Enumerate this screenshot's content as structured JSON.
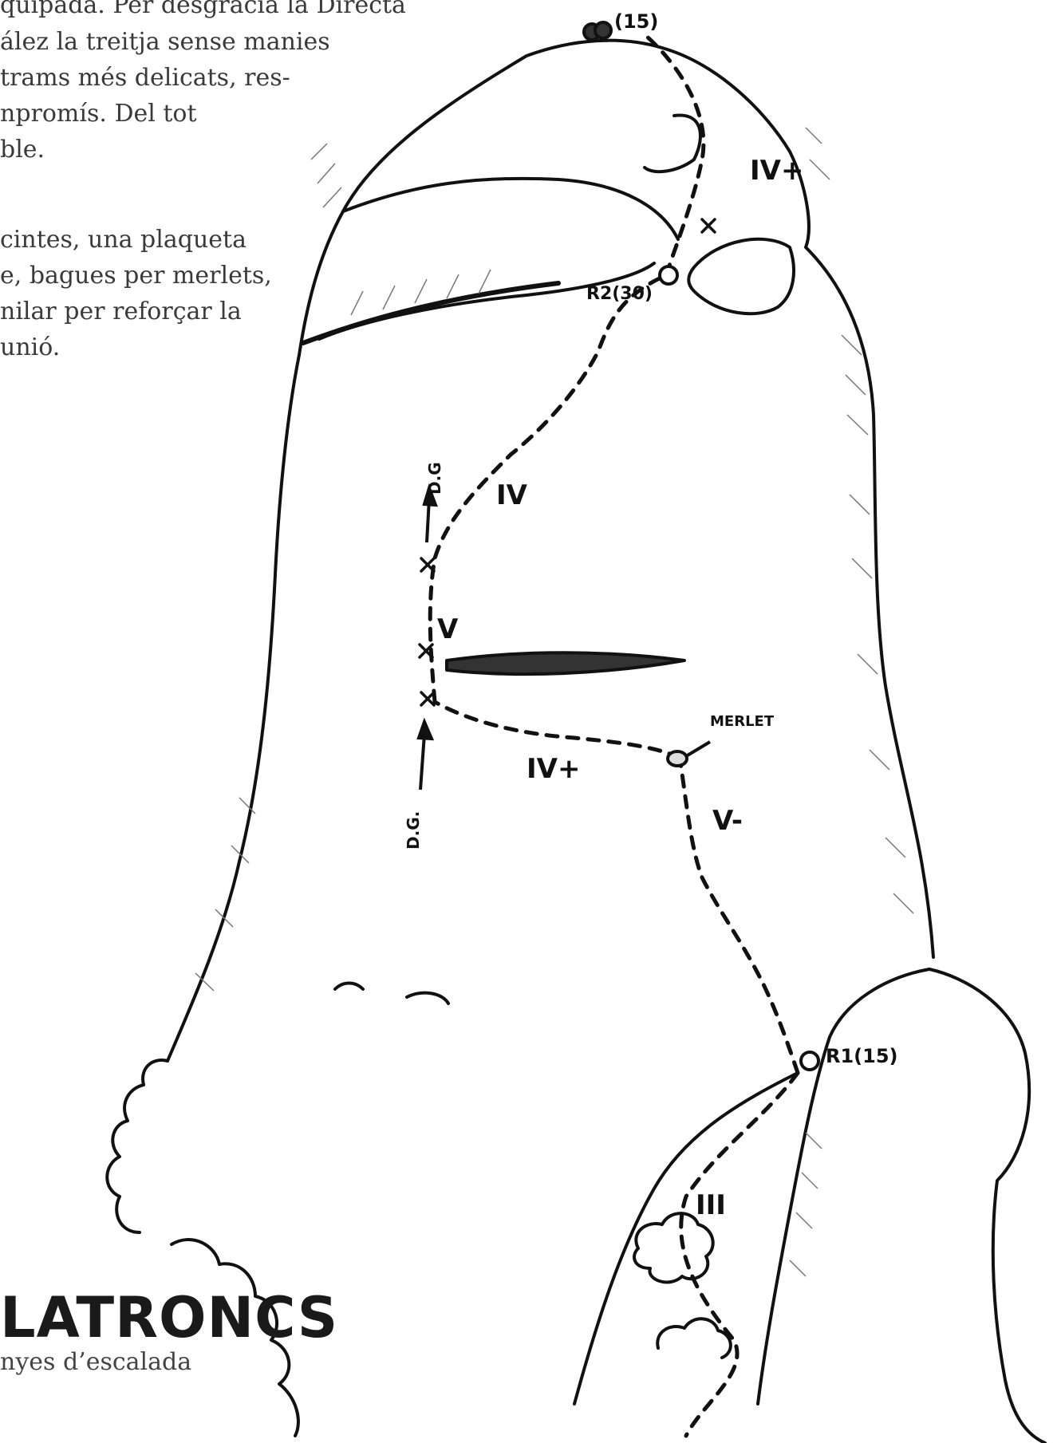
{
  "intro_text": {
    "lines": [
      "quipada. Per desgràcia la Directa",
      "ález la treitja sense manies",
      "trams més delicats, res-",
      "npromís. Del tot",
      "ble.",
      "cintes, una plaqueta",
      "e, bagues per merlets,",
      "nilar per reforçar la",
      "unió."
    ]
  },
  "brand": {
    "title": "LATRONCS",
    "subtitle": "nyes d’escalada"
  },
  "topo_labels": {
    "summit": "(15)",
    "r2": "R2(30)",
    "r1": "R1(15)",
    "grade_top": "IV+",
    "grade_mid_upper": "IV",
    "grade_v": "V",
    "grade_iv_plus_lower": "IV+",
    "grade_v_minus": "V-",
    "grade_iii": "III",
    "merlet": "MERLET",
    "dg_upper": "D.G",
    "dg_lower": "D.G."
  },
  "colors": {
    "ink": "#111111",
    "text": "#3a3a3a"
  }
}
